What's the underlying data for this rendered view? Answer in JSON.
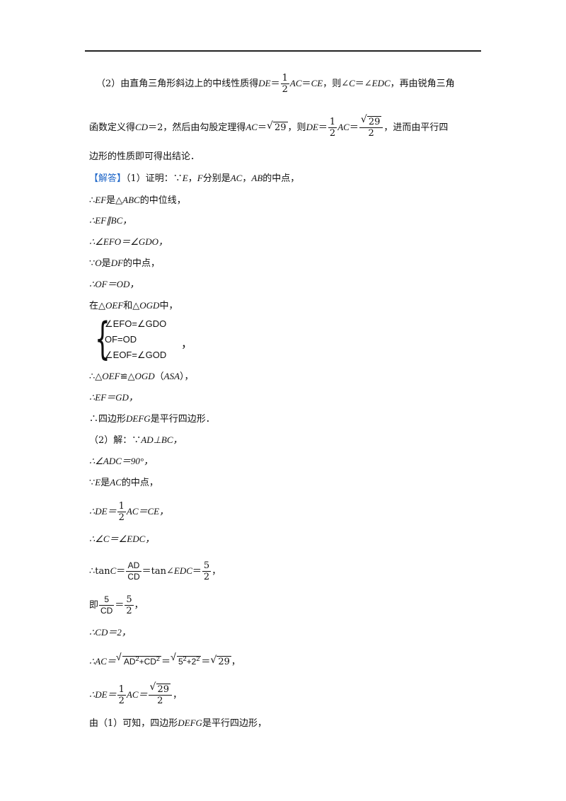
{
  "lines": {
    "l1a": "（2）由直角三角形斜边上的中线性质得",
    "l1b": "，则∠",
    "l1c": "＝∠",
    "l1d": "，再由锐角三角",
    "l2a": "函数定义得",
    "l2b": "＝2，然后由勾股定理得",
    "l2c": "，则",
    "l2d": "，进而由平行四",
    "l3": "边形的性质即可得出结论．",
    "answer_tag": "【解答】",
    "l4a": "（1）证明：∵",
    "l4b": "，",
    "l4c": "分别是",
    "l4d": "，",
    "l4e": "的中点，",
    "l5a": "∴",
    "l5b": "是△",
    "l5c": "的中位线，",
    "l6": "∴EF∥BC，",
    "l7": "∴∠EFO＝∠GDO，",
    "l8a": "∵",
    "l8b": "是",
    "l8c": "的中点，",
    "l9": "∴OF＝OD，",
    "l10a": "在△",
    "l10b": "和△",
    "l10c": "中，",
    "sys1": "∠EFO=∠GDO",
    "sys2": "OF=OD",
    "sys3": "∠EOF=∠GOD",
    "sys_comma": "，",
    "l11a": "∴△",
    "l11b": "≌△",
    "l11c": "（",
    "l11d": "），",
    "l12": "∴EF＝GD，",
    "l13a": "∴四边形",
    "l13b": "是平行四边形．",
    "l14a": "（2）解：∵",
    "l15": "∴∠ADC＝90°，",
    "l16a": "∵",
    "l16b": "是",
    "l16c": "的中点，",
    "l17a": "∴DE＝",
    "l17b": "AC＝CE，",
    "l18": "∴∠C＝∠EDC，",
    "l19a": "∴tan",
    "l19b": "＝",
    "l19c": "＝tan∠",
    "l19d": "＝",
    "l19e": "，",
    "l20a": "即",
    "l20b": "＝",
    "l20c": "，",
    "l21": "∴CD＝2，",
    "l22a": "∴AC＝",
    "l22b": "＝",
    "l22c": "＝",
    "l22d": "，",
    "l23a": "∴DE＝",
    "l23b": "AC＝",
    "l23c": "，",
    "l24a": "由（1）可知，四边形",
    "l24b": "是平行四边形，"
  },
  "math": {
    "DE": "DE",
    "AC": "AC",
    "CE": "CE",
    "C": "C",
    "EDC": "EDC",
    "CD": "CD",
    "E": "E",
    "F": "F",
    "AB": "AB",
    "EF": "EF",
    "ABC": "ABC",
    "O": "O",
    "DF": "DF",
    "OEF": "OEF",
    "OGD": "OGD",
    "ASA": "ASA",
    "DEFG": "DEFG",
    "ADperpBC": "AD⊥BC，",
    "one": "1",
    "two": "2",
    "five": "5",
    "rad29": "29",
    "AD_up": "AD",
    "CD_up": "CD",
    "eq": "＝",
    "rad_a": "AD",
    "rad_b": "+CD",
    "rad_c": "5",
    "rad_d": "+2",
    "sq": "2"
  },
  "colors": {
    "answer_tag": "#1e66c8",
    "rule": "#222222"
  }
}
